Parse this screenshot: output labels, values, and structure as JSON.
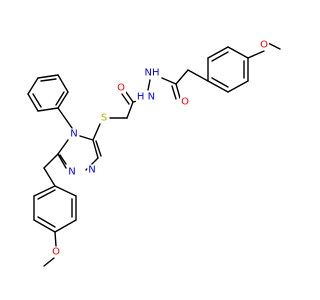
{
  "molecule": {
    "atom_labels": {
      "O_top_methoxy": "O",
      "O_top_carbonyl": "O",
      "NH_top": "NH",
      "HN_left": "H N",
      "O_amide": "O",
      "S": "S",
      "N4": "N",
      "N1": "N",
      "N2": "N",
      "O_bottom_methoxy": "O"
    },
    "colors": {
      "oxygen": "#ff0000",
      "nitrogen": "#0000ff",
      "sulfur": "#b5b500",
      "carbon_bond": "#000000",
      "background": "#ffffff"
    }
  }
}
